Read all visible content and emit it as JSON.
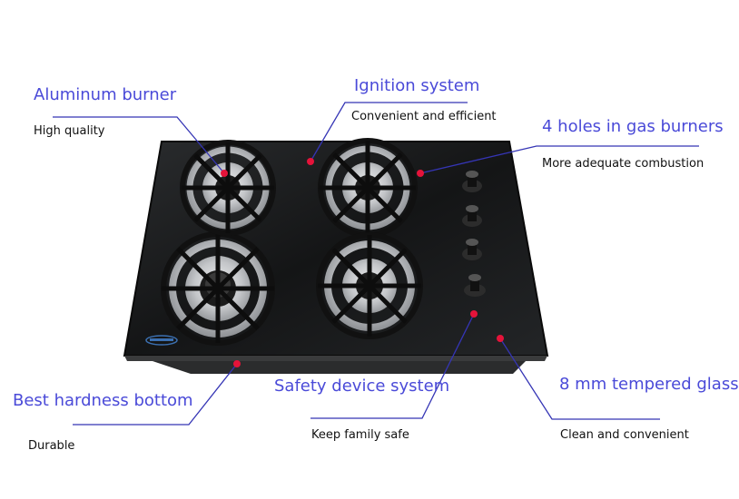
{
  "colors": {
    "title": "#4a4ad8",
    "description": "#111111",
    "leader_line": "#3535b5",
    "marker_dot": "#e5133a",
    "glass": "#161718",
    "burner_steel": "#c4c6c9"
  },
  "features": [
    {
      "title": "Aluminum burner",
      "description": "High quality"
    },
    {
      "title": "Ignition system",
      "description": "Convenient and efficient"
    },
    {
      "title": "4 holes in gas burners",
      "description": "More adequate combustion"
    },
    {
      "title": "Best hardness bottom",
      "description": "Durable"
    },
    {
      "title": "Safety device system",
      "description": "Keep family safe"
    },
    {
      "title": "8 mm tempered glass",
      "description": "Clean and convenient"
    }
  ],
  "product": {
    "brand_logo": "cooktop-brand-logo"
  }
}
